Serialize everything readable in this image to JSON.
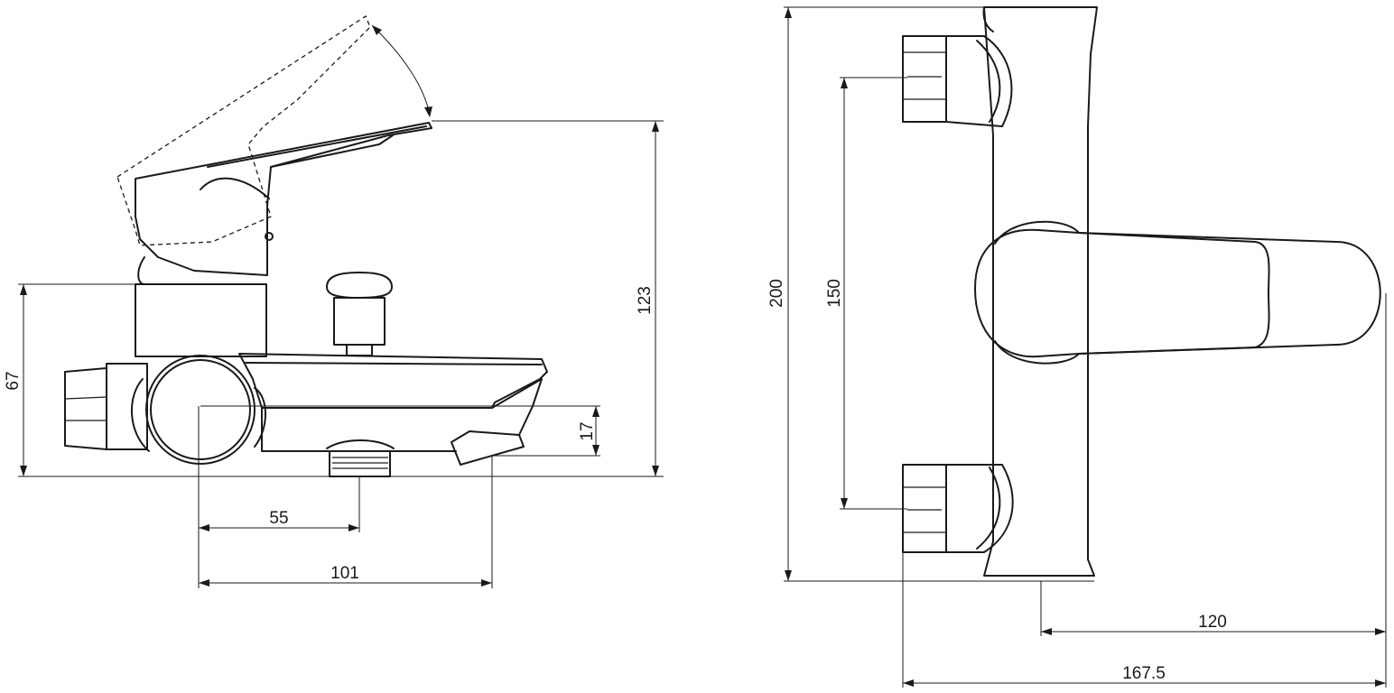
{
  "dimensions": {
    "side_view": {
      "height_total": "123",
      "height_body": "67",
      "spout_drop": "17",
      "outlet_offset": "55",
      "spout_reach": "101"
    },
    "front_view": {
      "height_total": "200",
      "connection_spacing": "150",
      "handle_length": "120",
      "overall_depth": "167.5"
    }
  },
  "colors": {
    "line": "#1a1a1a",
    "background": "#ffffff"
  }
}
